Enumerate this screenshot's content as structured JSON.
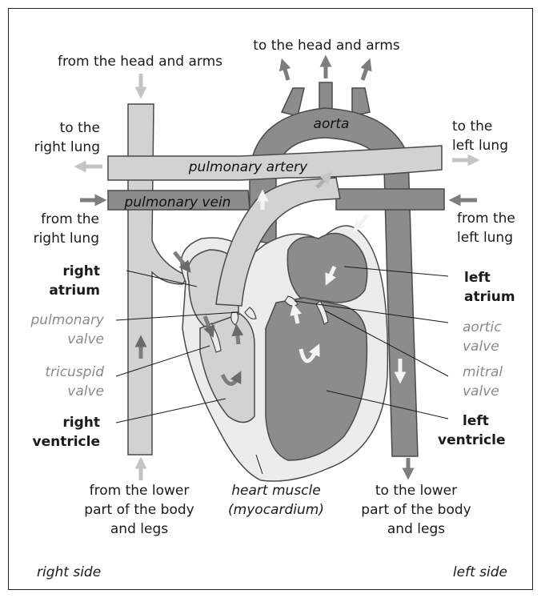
{
  "labels": {
    "from_head_arms": "from the head and arms",
    "to_head_arms": "to the head and arms",
    "to_right_lung_1": "to the",
    "to_right_lung_2": "right lung",
    "to_left_lung_1": "to the",
    "to_left_lung_2": "left lung",
    "from_right_lung_1": "from the",
    "from_right_lung_2": "right lung",
    "from_left_lung_1": "from the",
    "from_left_lung_2": "left lung",
    "aorta": "aorta",
    "pulmonary_artery": "pulmonary artery",
    "pulmonary_vein": "pulmonary vein",
    "right_atrium_1": "right",
    "right_atrium_2": "atrium",
    "left_atrium_1": "left",
    "left_atrium_2": "atrium",
    "pulmonary_valve_1": "pulmonary",
    "pulmonary_valve_2": "valve",
    "aortic_valve_1": "aortic",
    "aortic_valve_2": "valve",
    "tricuspid_valve_1": "tricuspid",
    "tricuspid_valve_2": "valve",
    "mitral_valve_1": "mitral",
    "mitral_valve_2": "valve",
    "right_ventricle_1": "right",
    "right_ventricle_2": "ventricle",
    "left_ventricle_1": "left",
    "left_ventricle_2": "ventricle",
    "from_lower_1": "from the lower",
    "from_lower_2": "part of the body",
    "from_lower_3": "and legs",
    "heart_muscle_1": "heart muscle",
    "heart_muscle_2": "(myocardium)",
    "to_lower_1": "to the lower",
    "to_lower_2": "part of the body",
    "to_lower_3": "and legs",
    "right_side": "right side",
    "left_side": "left side"
  },
  "colors": {
    "deoxygenated": "#d2d2d2",
    "oxygenated": "#8c8c8c",
    "muscle": "#ececec",
    "outline": "#4a4a4a"
  }
}
